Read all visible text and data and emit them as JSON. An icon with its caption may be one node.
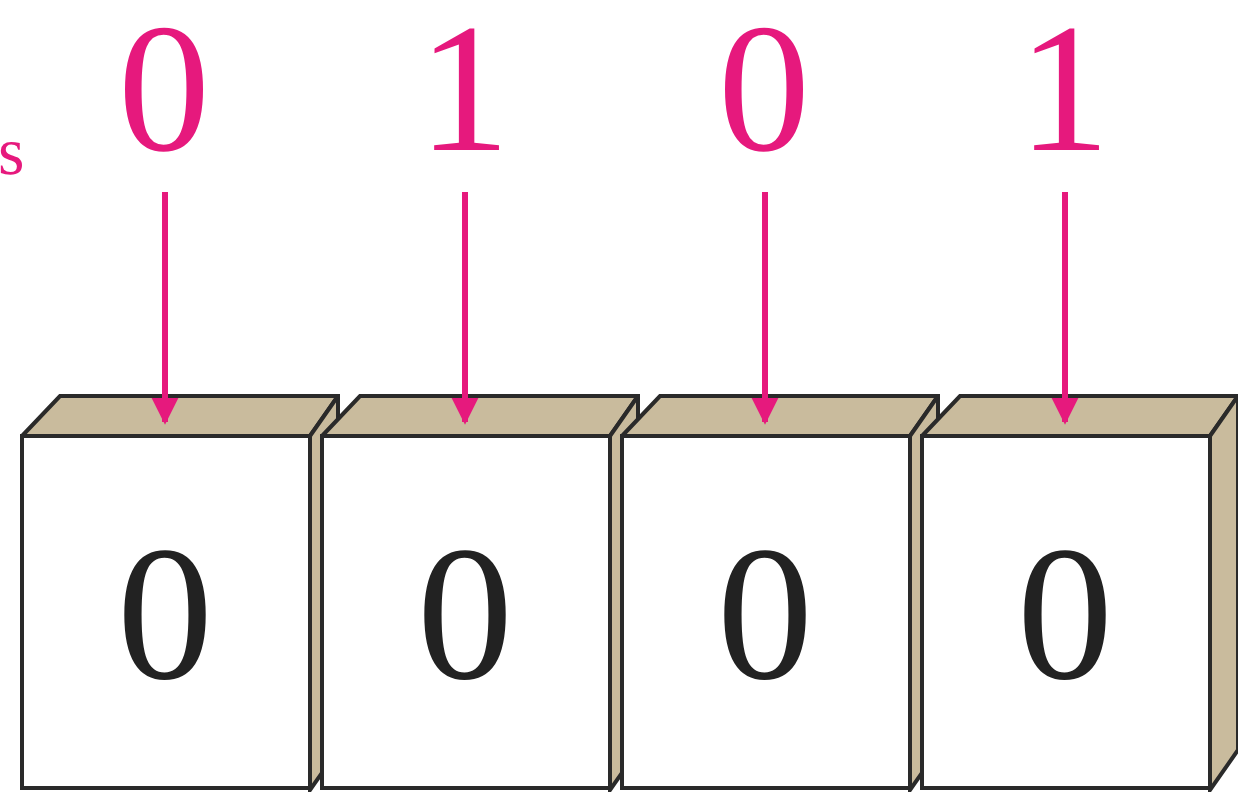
{
  "diagram": {
    "nodes": [
      {
        "text": [
          "0"
        ]
      },
      {
        "text": [
          "1"
        ]
      },
      {
        "text": [
          "0"
        ]
      },
      {
        "text": [
          "1"
        ]
      },
      {
        "text": [
          "0"
        ]
      },
      {
        "text": [
          "0"
        ]
      },
      {
        "text": [
          "0"
        ]
      },
      {
        "text": [
          "0"
        ]
      }
    ],
    "edges": [
      {
        "from": 0,
        "to": 4,
        "arrow": "to"
      },
      {
        "from": 1,
        "to": 5,
        "arrow": "to"
      },
      {
        "from": 2,
        "to": 6,
        "arrow": "to"
      },
      {
        "from": 3,
        "to": 7,
        "arrow": "to"
      }
    ],
    "labels": [
      "s"
    ]
  }
}
